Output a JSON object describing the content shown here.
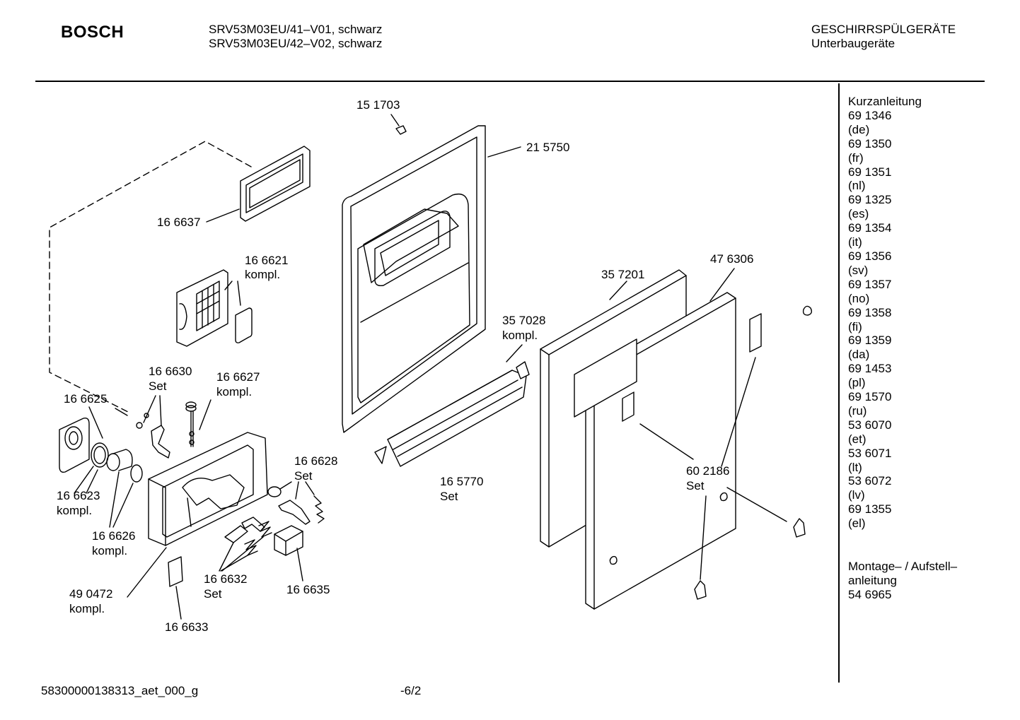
{
  "header": {
    "brand": "BOSCH",
    "model_line_1": "SRV53M03EU/41–V01, schwarz",
    "model_line_2": "SRV53M03EU/42–V02, schwarz",
    "category_line_1": "GESCHIRRSPÜLGERÄTE",
    "category_line_2": "Unterbaugeräte"
  },
  "sidebar": {
    "title": "Kurzanleitung",
    "manuals": [
      {
        "number": "69 1346",
        "lang": "(de)"
      },
      {
        "number": "69 1350",
        "lang": "(fr)"
      },
      {
        "number": "69 1351",
        "lang": "(nl)"
      },
      {
        "number": "69 1325",
        "lang": "(es)"
      },
      {
        "number": "69 1354",
        "lang": "(it)"
      },
      {
        "number": "69 1356",
        "lang": "(sv)"
      },
      {
        "number": "69 1357",
        "lang": "(no)"
      },
      {
        "number": "69 1358",
        "lang": "(fi)"
      },
      {
        "number": "69 1359",
        "lang": "(da)"
      },
      {
        "number": "69 1453",
        "lang": "(pl)"
      },
      {
        "number": "69 1570",
        "lang": "(ru)"
      },
      {
        "number": "53 6070",
        "lang": "(et)"
      },
      {
        "number": "53 6071",
        "lang": "(lt)"
      },
      {
        "number": "53 6072",
        "lang": "(lv)"
      },
      {
        "number": "69 1355",
        "lang": "(el)"
      }
    ],
    "montage_line_1": "Montage– / Aufstell–",
    "montage_line_2": "anleitung",
    "montage_number": "54 6965"
  },
  "parts": {
    "p151703": "15 1703",
    "p215750": "21 5750",
    "p166637": "16 6637",
    "p166621": "16 6621",
    "p166630": "16 6630",
    "p166627": "16 6627",
    "p166625": "16 6625",
    "p166623": "16 6623",
    "p166626": "16 6626",
    "p166628": "16 6628",
    "p166632": "16 6632",
    "p166635": "16 6635",
    "p490472": "49 0472",
    "p166633": "16 6633",
    "p357028": "35 7028",
    "p165770": "16 5770",
    "p357201": "35 7201",
    "p476306": "47 6306",
    "p602186": "60 2186",
    "suffix_kompl": "kompl.",
    "suffix_set": "Set"
  },
  "footer": {
    "doc_id": "58300000138313_aet_000_g",
    "page": "-6/2"
  }
}
